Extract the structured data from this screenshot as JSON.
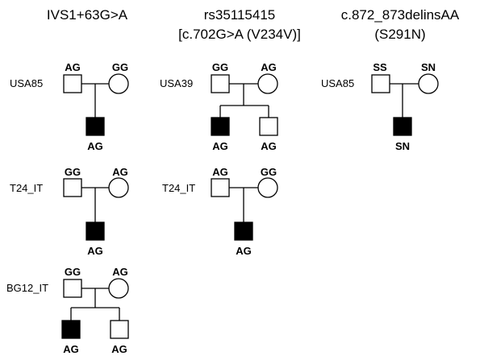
{
  "columns": [
    {
      "header_lines": [
        "IVS1+63G>A"
      ],
      "pedigrees": [
        {
          "family": "USA85",
          "father": "AG",
          "mother": "GG",
          "children": [
            {
              "sex": "male",
              "affected": true,
              "genotype": "AG"
            }
          ]
        },
        {
          "family": "T24_IT",
          "father": "GG",
          "mother": "AG",
          "children": [
            {
              "sex": "male",
              "affected": true,
              "genotype": "AG"
            }
          ]
        },
        {
          "family": "BG12_IT",
          "father": "GG",
          "mother": "AG",
          "children": [
            {
              "sex": "male",
              "affected": true,
              "genotype": "AG"
            },
            {
              "sex": "male",
              "affected": false,
              "genotype": "AG"
            }
          ]
        }
      ]
    },
    {
      "header_lines": [
        "rs35115415",
        "[c.702G>A (V234V)]"
      ],
      "pedigrees": [
        {
          "family": "USA39",
          "father": "GG",
          "mother": "AG",
          "children": [
            {
              "sex": "male",
              "affected": true,
              "genotype": "AG"
            },
            {
              "sex": "male",
              "affected": false,
              "genotype": "AG"
            }
          ]
        },
        {
          "family": "T24_IT",
          "father": "AG",
          "mother": "GG",
          "children": [
            {
              "sex": "male",
              "affected": true,
              "genotype": "AG"
            }
          ]
        }
      ]
    },
    {
      "header_lines": [
        "c.872_873delinsAA",
        "(S291N)"
      ],
      "pedigrees": [
        {
          "family": "USA85",
          "father": "SS",
          "mother": "SN",
          "children": [
            {
              "sex": "male",
              "affected": true,
              "genotype": "SN"
            }
          ]
        }
      ]
    }
  ]
}
